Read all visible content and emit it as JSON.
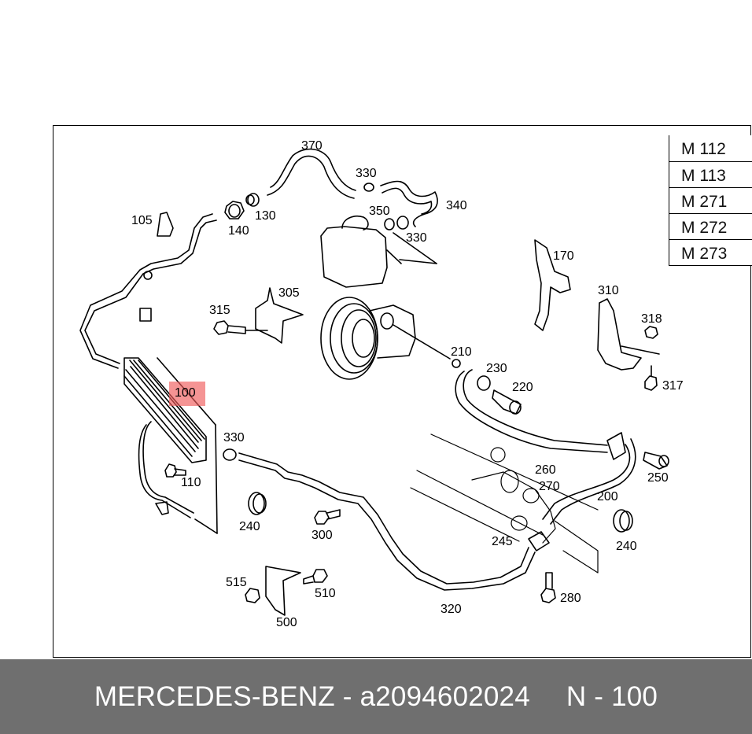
{
  "engines": [
    "M 112",
    "M 113",
    "M 271",
    "M 272",
    "M 273"
  ],
  "highlighted_part": "100",
  "callouts": {
    "c370": "370",
    "c330a": "330",
    "c340": "340",
    "c350": "350",
    "c330b": "330",
    "c140": "140",
    "c130": "130",
    "c105": "105",
    "c170": "170",
    "c305": "305",
    "c315": "315",
    "c310": "310",
    "c318": "318",
    "c210": "210",
    "c230": "230",
    "c220": "220",
    "c317": "317",
    "c330c": "330",
    "c110": "110",
    "c260": "260",
    "c250": "250",
    "c270": "270",
    "c200": "200",
    "c240a": "240",
    "c300": "300",
    "c245": "245",
    "c240b": "240",
    "c515": "515",
    "c510": "510",
    "c280": "280",
    "c320": "320",
    "c500": "500"
  },
  "footer": {
    "brand": "MERCEDES-BENZ - a2094602024",
    "ref": "N - 100"
  }
}
